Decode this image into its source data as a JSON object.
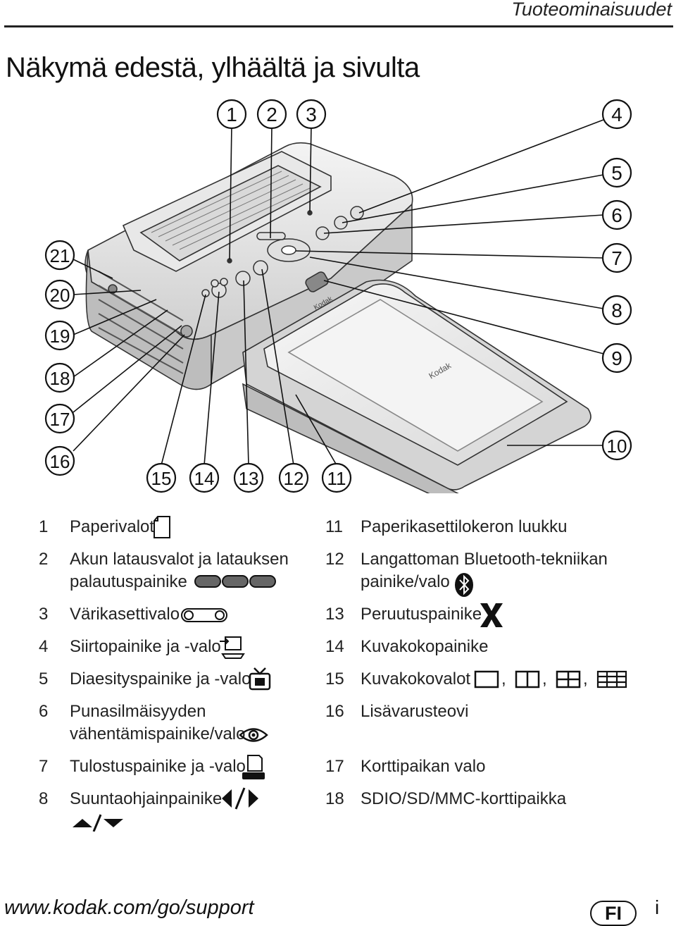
{
  "header": {
    "section": "Tuoteominaisuudet",
    "title": "Näkymä edestä, ylhäältä ja sivulta"
  },
  "callouts": [
    "1",
    "2",
    "3",
    "4",
    "5",
    "6",
    "7",
    "8",
    "9",
    "10",
    "11",
    "12",
    "13",
    "14",
    "15",
    "16",
    "17",
    "18",
    "19",
    "20",
    "21"
  ],
  "legend_left": [
    {
      "num": "1",
      "lines": [
        "Paperivalot"
      ]
    },
    {
      "num": "2",
      "lines": [
        "Akun latausvalot ja latauksen",
        "palautuspainike"
      ]
    },
    {
      "num": "3",
      "lines": [
        "Värikasettivalo"
      ]
    },
    {
      "num": "4",
      "lines": [
        "Siirtopainike ja -valo"
      ]
    },
    {
      "num": "5",
      "lines": [
        "Diaesityspainike ja -valo"
      ]
    },
    {
      "num": "6",
      "lines": [
        "Punasilmäisyyden",
        "vähentämispainike/valo"
      ]
    },
    {
      "num": "7",
      "lines": [
        "Tulostuspainike ja -valo"
      ]
    },
    {
      "num": "8",
      "lines": [
        "Suuntaohjainpainike"
      ]
    }
  ],
  "legend_right": [
    {
      "num": "11",
      "lines": [
        "Paperikasettilokeron luukku"
      ]
    },
    {
      "num": "12",
      "lines": [
        "Langattoman Bluetooth-tekniikan",
        "painike/valo"
      ]
    },
    {
      "num": "13",
      "lines": [
        "Peruutuspainike"
      ]
    },
    {
      "num": "14",
      "lines": [
        "Kuvakokopainike"
      ]
    },
    {
      "num": "15",
      "lines": [
        "Kuvakokovalot"
      ]
    },
    {
      "num": "16",
      "lines": [
        "Lisävarusteovi"
      ]
    },
    {
      "num": "17",
      "lines": [
        "Korttipaikan valo"
      ]
    },
    {
      "num": "18",
      "lines": [
        "SDIO/SD/MMC-korttipaikka"
      ]
    }
  ],
  "icon_separators": [
    ",",
    ",",
    ","
  ],
  "brand": [
    "Kodak",
    "Kodak"
  ],
  "footer": {
    "url": "www.kodak.com/go/support",
    "lang": "FI",
    "page": "i"
  }
}
